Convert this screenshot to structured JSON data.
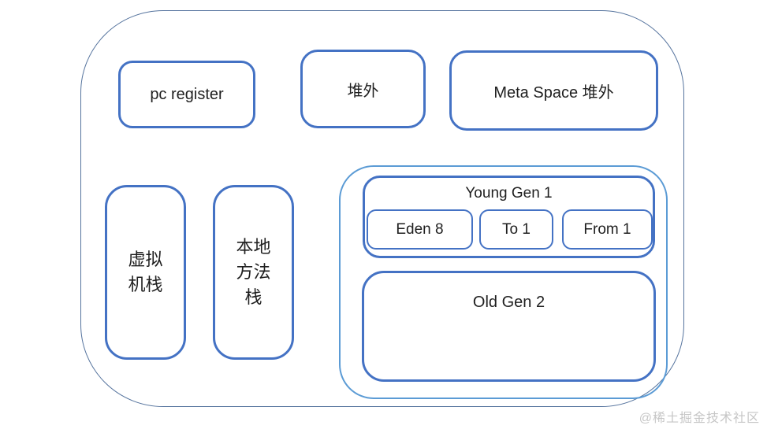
{
  "colors": {
    "box_border": "#4472C4",
    "heap_container_border": "#5B9BD5",
    "outer_container_border": "#56749E",
    "text": "#1f1f1f",
    "watermark": "#c6c6c6"
  },
  "diagram": {
    "top_row": {
      "pc_register": "pc register",
      "off_heap": "堆外",
      "meta_space": "Meta Space 堆外"
    },
    "stacks": {
      "vm_stack": {
        "line1": "虚拟",
        "line2": "机栈"
      },
      "native_stack": {
        "line1": "本地",
        "line2": "方法",
        "line3": "栈"
      }
    },
    "heap": {
      "young_gen_label": "Young Gen 1",
      "eden_label": "Eden 8",
      "to_label": "To 1",
      "from_label": "From 1",
      "old_gen_label": "Old Gen 2"
    }
  },
  "watermark": "@稀土掘金技术社区"
}
